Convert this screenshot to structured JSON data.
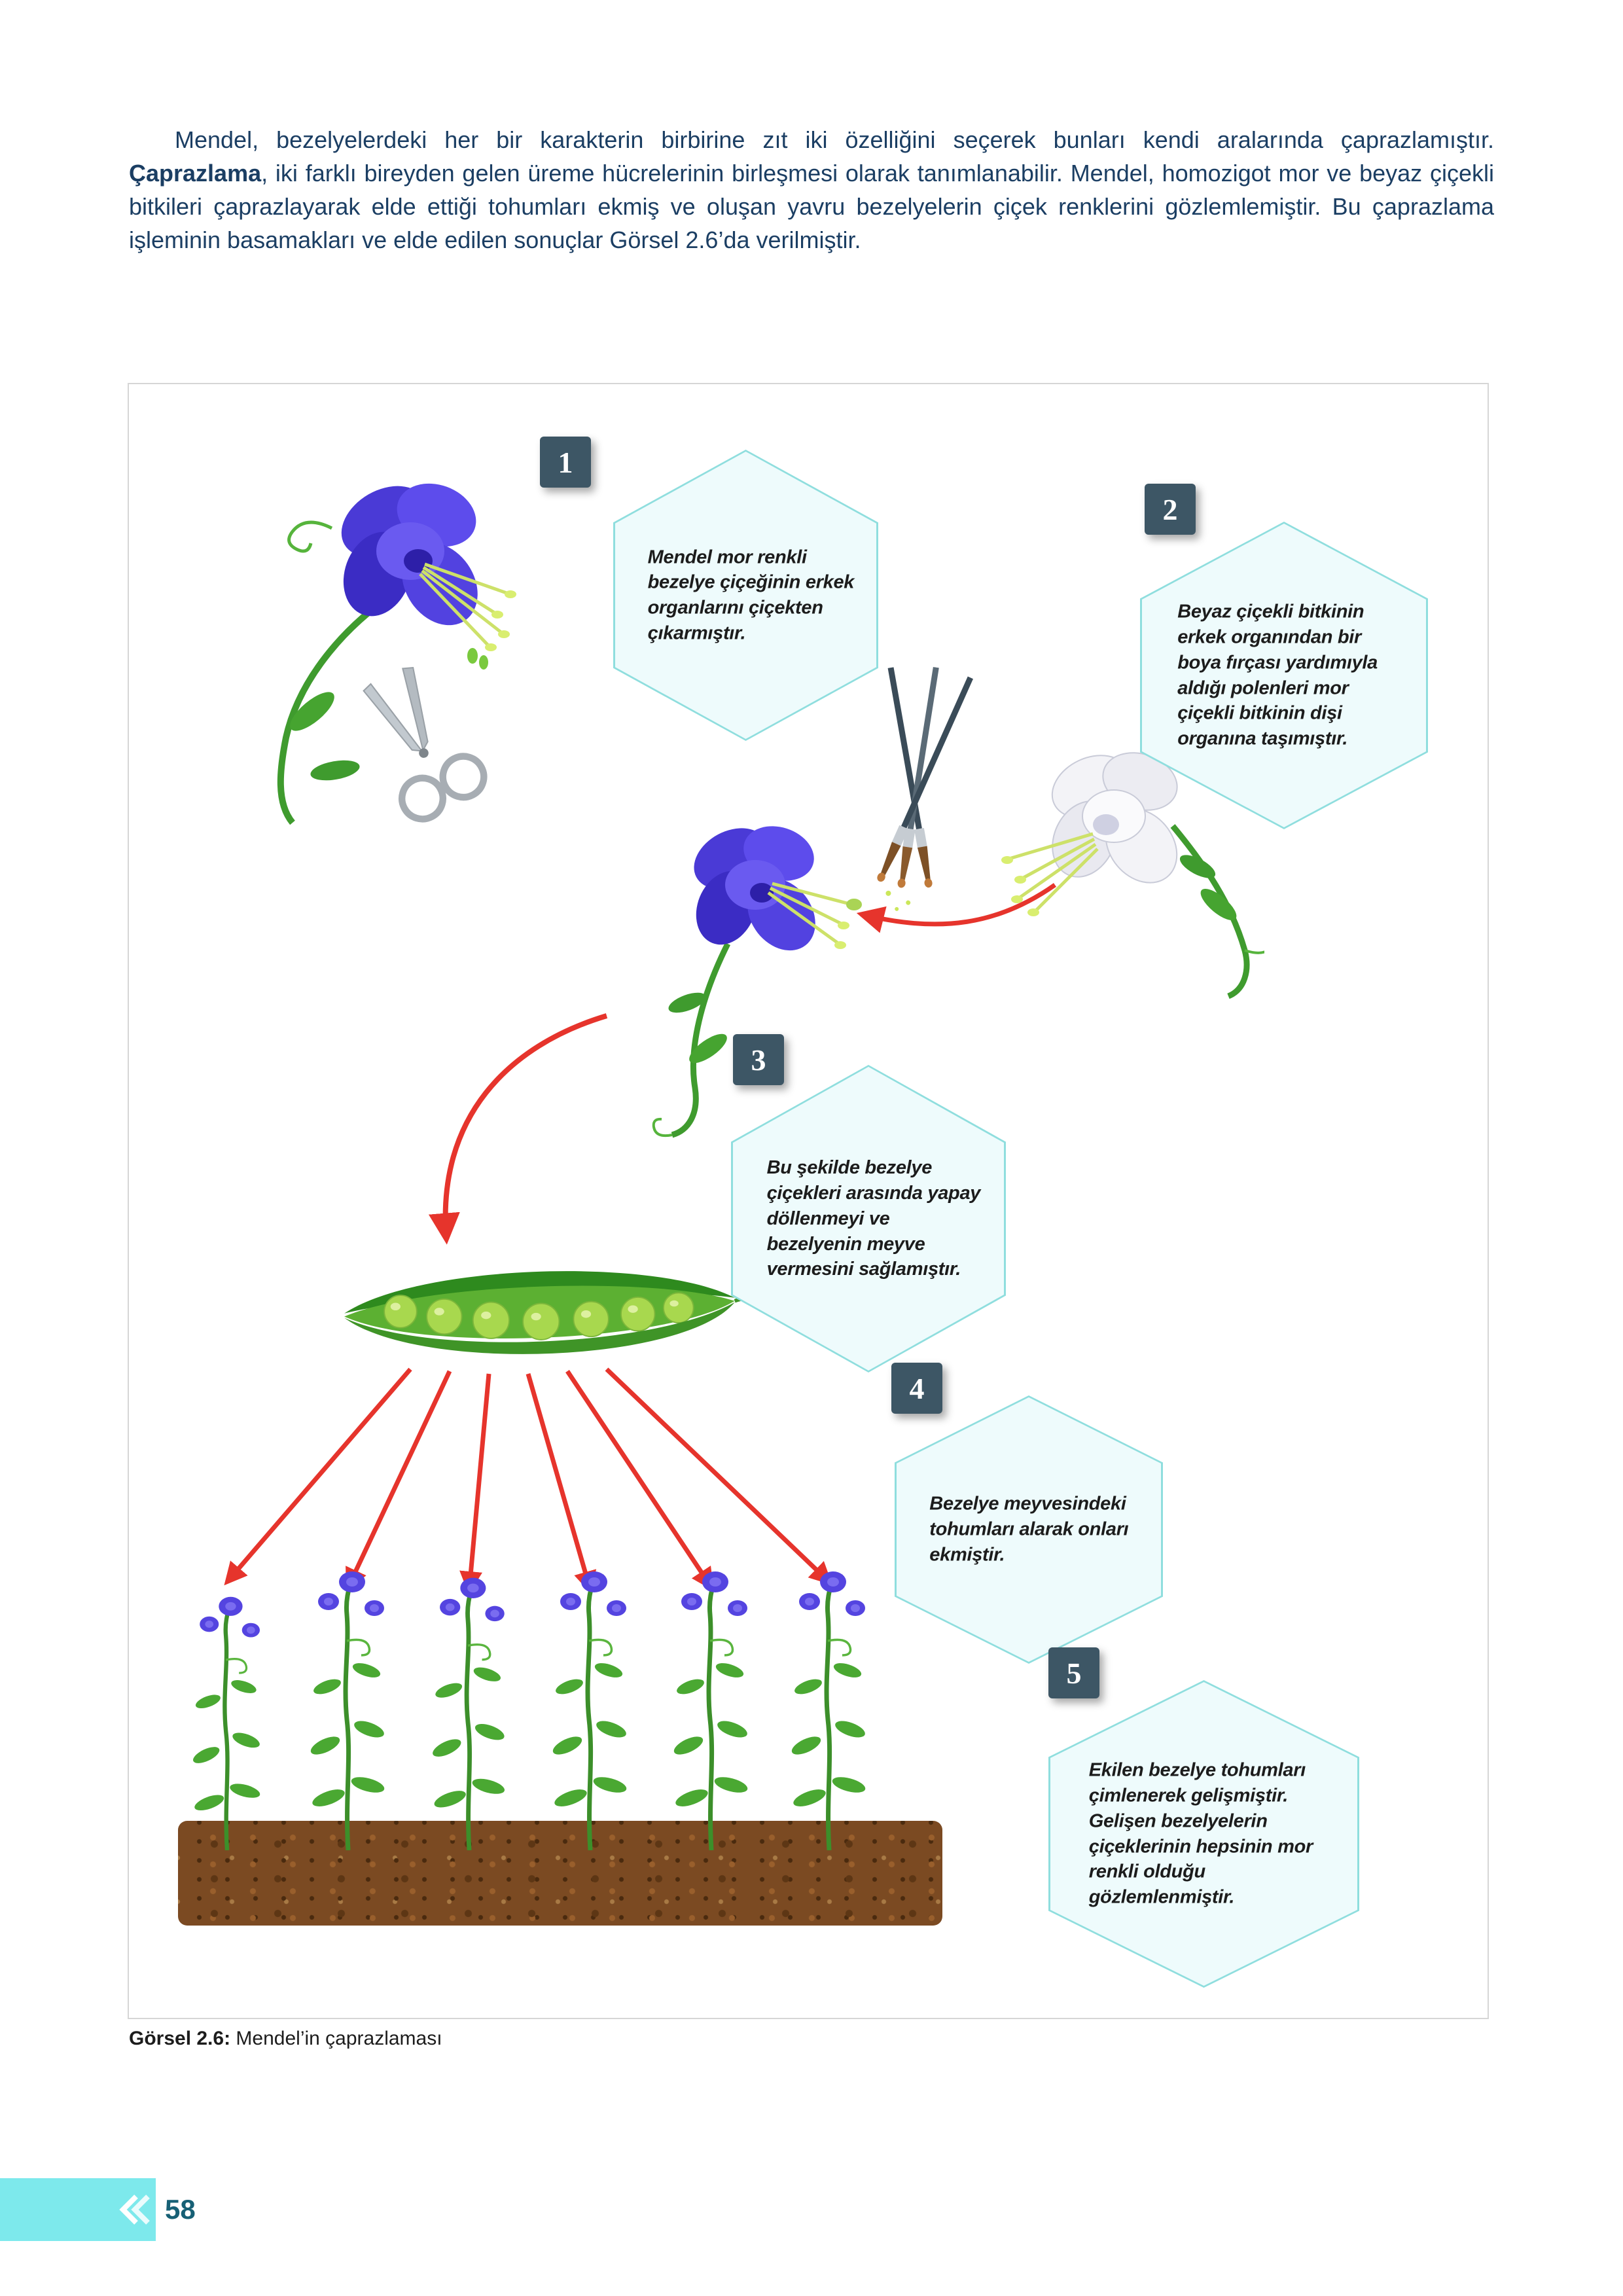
{
  "page": {
    "number": "58"
  },
  "intro": {
    "part1": "Mendel, bezelyelerdeki her bir karakterin birbirine zıt iki özelliğini seçerek bunları kendi aralarında çaprazlamıştır. ",
    "bold_term": "Çaprazlama",
    "part2": ", iki farklı bireyden gelen üreme hücrelerinin birleşmesi olarak tanımlanabilir. Mendel, homozigot mor ve beyaz çiçekli bitkileri çaprazlayarak elde ettiği tohumları ekmiş ve oluşan yavru bezelyelerin çiçek renklerini gözlemlemiştir. Bu çaprazlama işleminin basamakları ve elde edilen sonuçlar Görsel 2.6’da verilmiştir."
  },
  "figure": {
    "steps": [
      {
        "number": "1",
        "text": "Mendel mor renkli bezelye çiçeğinin erkek organlarını çiçekten çıkarmıştır."
      },
      {
        "number": "2",
        "text": "Beyaz çiçekli bitkinin erkek organından bir boya fırçası yardımıyla aldığı polenleri mor çiçekli bitkinin dişi organına taşımıştır."
      },
      {
        "number": "3",
        "text": "Bu şekilde bezelye çiçekleri arasında yapay döllenmeyi ve bezelyenin meyve vermesini sağlamıştır."
      },
      {
        "number": "4",
        "text": "Bezelye meyvesindeki tohumları alarak onları ekmiştir."
      },
      {
        "number": "5",
        "text": "Ekilen bezelye tohumları çimlenerek gelişmiştir. Gelişen bezelyelerin çiçeklerinin hepsinin mor renkli olduğu gözlemlenmiştir."
      }
    ],
    "illustrations": [
      "purple-flower-with-scissors",
      "paintbrushes",
      "white-flower",
      "purple-flower-pollinated",
      "pea-pod",
      "pea-plants-in-soil"
    ]
  },
  "caption": {
    "label": "Görsel 2.6:",
    "text": "Mendel’in çaprazlaması"
  },
  "colors": {
    "text_navy": "#1b3e63",
    "badge_slate": "#3d5665",
    "callout_border": "#8fdede",
    "callout_fill": "#eefbfc",
    "arrow_red": "#e6342c",
    "flower_purple": "#4a3ad6",
    "pod_green": "#3f9427",
    "soil_brown": "#7b4a22",
    "tab_cyan": "#7de9ec"
  }
}
